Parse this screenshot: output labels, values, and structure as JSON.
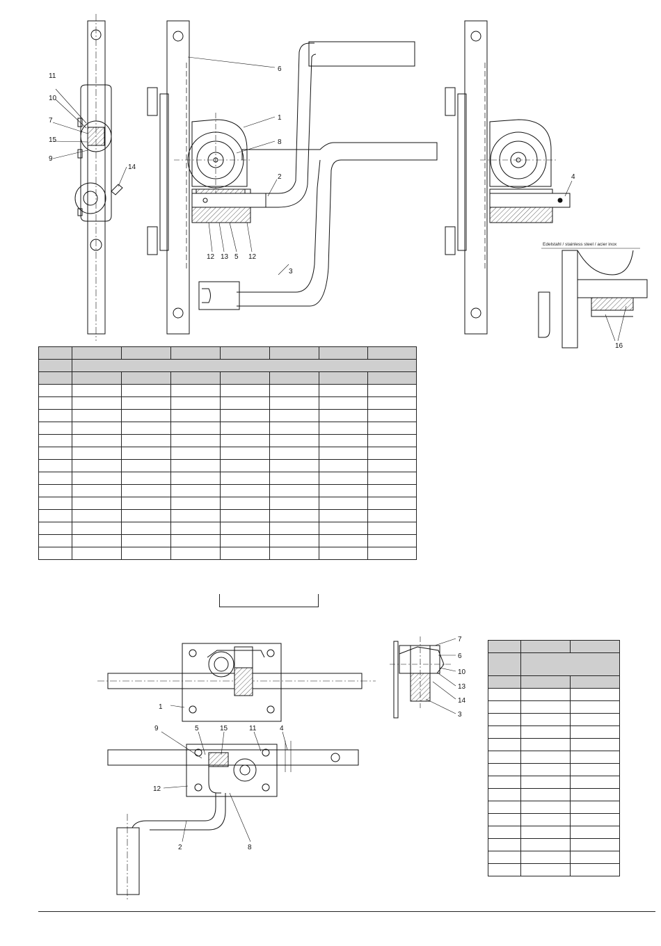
{
  "drawings": {
    "side_view_callouts": [
      "11",
      "10",
      "7",
      "15",
      "9",
      "14"
    ],
    "front_view_callouts": [
      "6",
      "1",
      "8",
      "2",
      "12",
      "13",
      "5",
      "12",
      "3"
    ],
    "right_view_callouts": [
      "4"
    ],
    "detail_inset": {
      "caption": "Edelstahl / stainless steel / acier inox",
      "callouts": [
        "16"
      ]
    },
    "bottom_plan_callouts": [
      "1",
      "9",
      "5",
      "15",
      "11",
      "4",
      "12",
      "2",
      "8"
    ],
    "bottom_side_callouts": [
      "7",
      "6",
      "10",
      "13",
      "14",
      "3"
    ]
  },
  "table_main": {
    "columns": 8,
    "rows": 17,
    "merged_row_index": 1,
    "shaded_rows": [
      0,
      1,
      2
    ],
    "extra_cell_below_col": 4
  },
  "table_side": {
    "columns": 3,
    "rows": 18,
    "merged_row_index": 1,
    "shaded_rows": [
      0,
      1,
      2
    ]
  }
}
